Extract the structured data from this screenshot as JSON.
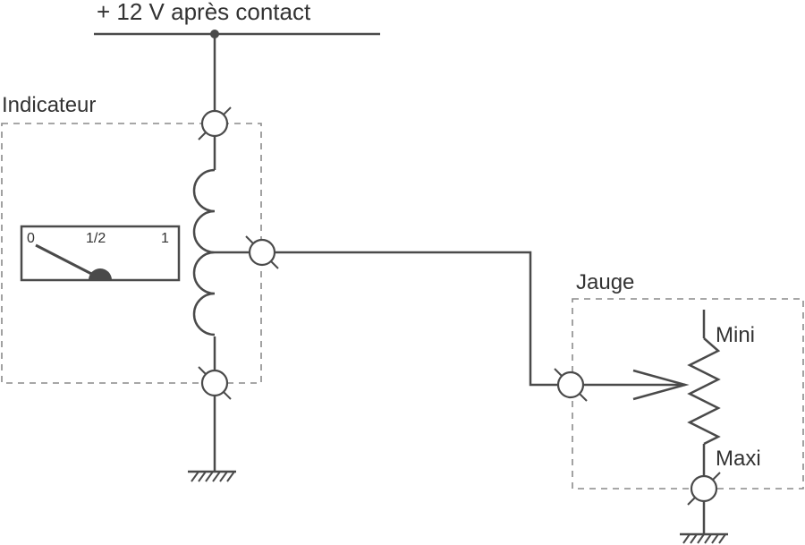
{
  "supply_label": "+ 12 V après contact",
  "indicator": {
    "title": "Indicateur",
    "scale": [
      "0",
      "1/2",
      "1"
    ]
  },
  "gauge": {
    "title": "Jauge",
    "min_label": "Mini",
    "max_label": "Maxi"
  },
  "colors": {
    "line": "#4a4a4a",
    "dashed_box": "#8a8a8a",
    "text": "#333333"
  }
}
